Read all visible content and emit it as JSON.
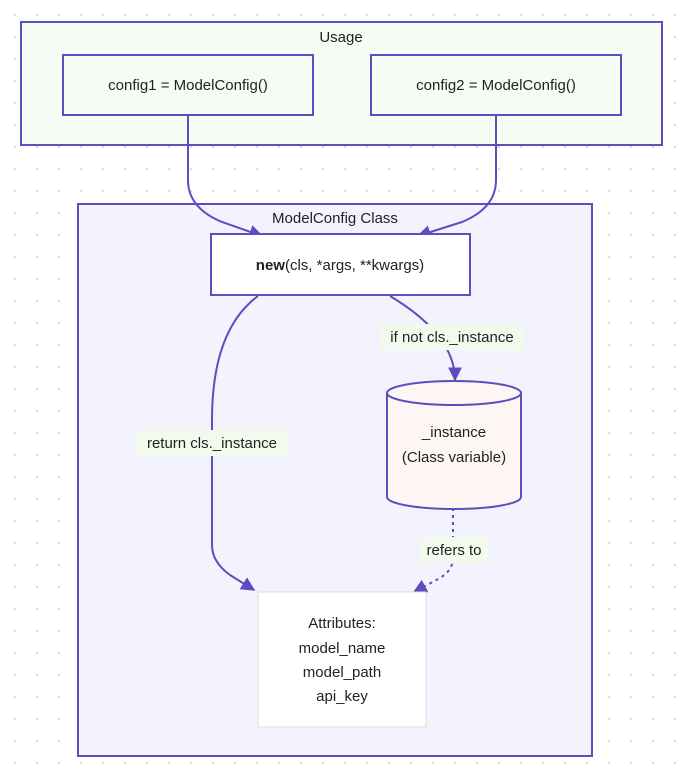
{
  "usage": {
    "title": "Usage",
    "config1": "config1 = ModelConfig()",
    "config2": "config2 = ModelConfig()"
  },
  "model_config": {
    "title": "ModelConfig Class",
    "new_method": {
      "name": "new",
      "params": "(cls, *args, **kwargs)"
    },
    "instance_store": {
      "line1": "_instance",
      "line2": "(Class variable)"
    },
    "attributes": {
      "heading": "Attributes:",
      "items": [
        "model_name",
        "model_path",
        "api_key"
      ]
    }
  },
  "edges": {
    "if_not_instance": "if not cls._instance",
    "return_instance": "return cls._instance",
    "refers_to": "refers to"
  },
  "colors": {
    "usage_fill": "#f5fcf3",
    "class_fill": "#f4f2fd",
    "border": "#5b4fbf",
    "cylinder_fill": "#fdf6f4",
    "edge_label_bg": "#f2faee"
  }
}
